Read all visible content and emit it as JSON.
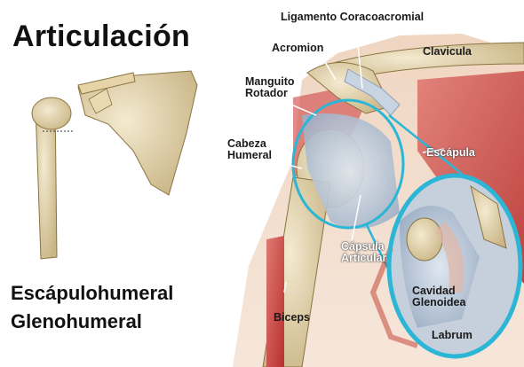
{
  "title": "Articulación",
  "subtitle": [
    "Escápulohumeral",
    "Glenohumeral"
  ],
  "labels": {
    "ligamento": "Ligamento Coracoacromial",
    "acromion": "Acromion",
    "clavicula": "Clavicula",
    "manguito": [
      "Manguito",
      "Rotador"
    ],
    "cabeza": [
      "Cabeza",
      "Humeral"
    ],
    "escapula": "Escápula",
    "capsula": [
      "Cápsula",
      "Articular"
    ],
    "cavidad": [
      "Cavidad",
      "Glenoidea"
    ],
    "labrum": "Labrum",
    "biceps": "Biceps"
  },
  "colors": {
    "highlight_ring": "#2bb6d6",
    "bone": "#e8d8b0",
    "muscle": "#c9393c"
  }
}
